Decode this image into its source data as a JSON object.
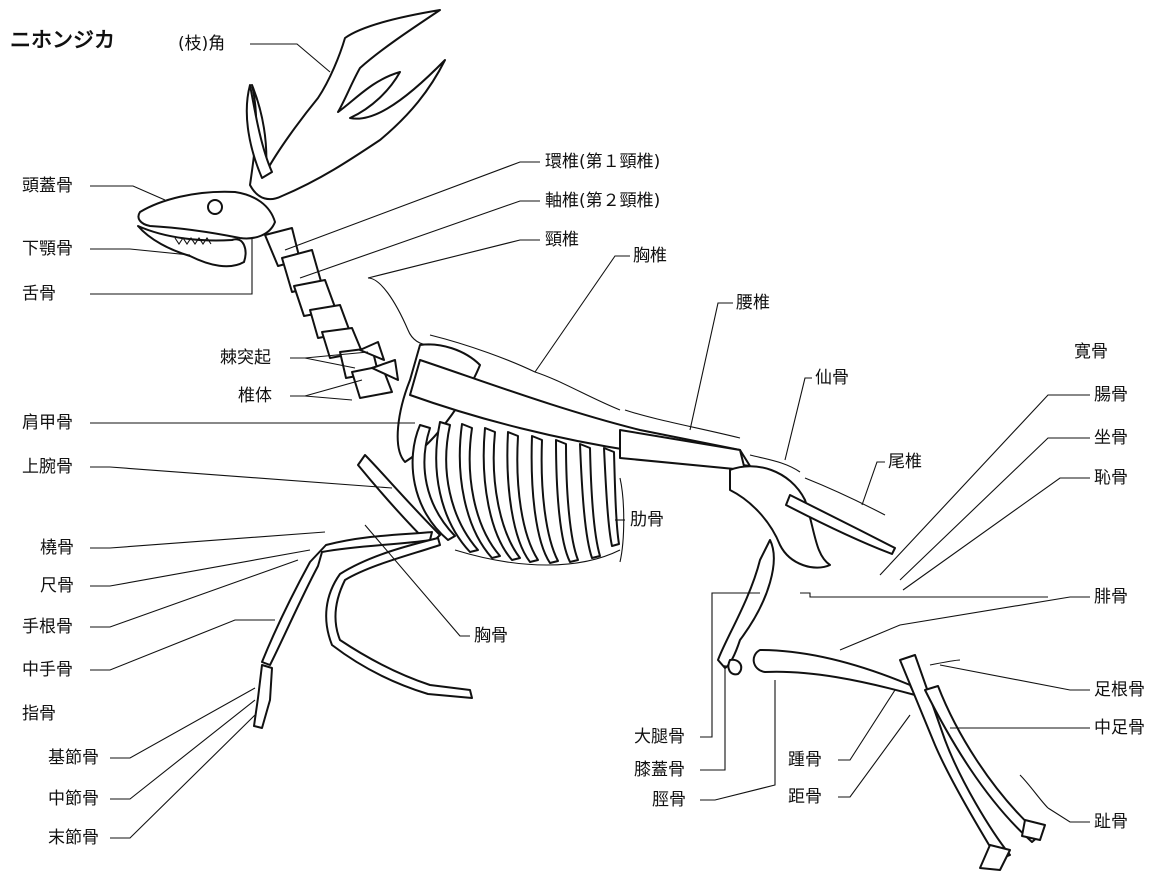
{
  "title": "ニホンジカ",
  "labels": {
    "antler": "(枝)角",
    "skull": "頭蓋骨",
    "mandible": "下顎骨",
    "hyoid": "舌骨",
    "atlas": "環椎(第１頸椎)",
    "axis": "軸椎(第２頸椎)",
    "cervical": "頸椎",
    "thoracic": "胸椎",
    "lumbar": "腰椎",
    "sacrum": "仙骨",
    "caudal": "尾椎",
    "hip": "寛骨",
    "ilium": "腸骨",
    "ischium": "坐骨",
    "pubis": "恥骨",
    "spinous": "棘突起",
    "body": "椎体",
    "scapula": "肩甲骨",
    "humerus": "上腕骨",
    "radius": "橈骨",
    "ulna": "尺骨",
    "carpal": "手根骨",
    "metacarpal": "中手骨",
    "phalanges": "指骨",
    "proximal": "基節骨",
    "middle": "中節骨",
    "distal": "末節骨",
    "ribs": "肋骨",
    "sternum": "胸骨",
    "fibula": "腓骨",
    "tarsal": "足根骨",
    "metatarsal": "中足骨",
    "calcaneus": "踵骨",
    "talus": "距骨",
    "toes": "趾骨",
    "femur": "大腿骨",
    "patella": "膝蓋骨",
    "tibia": "脛骨"
  }
}
